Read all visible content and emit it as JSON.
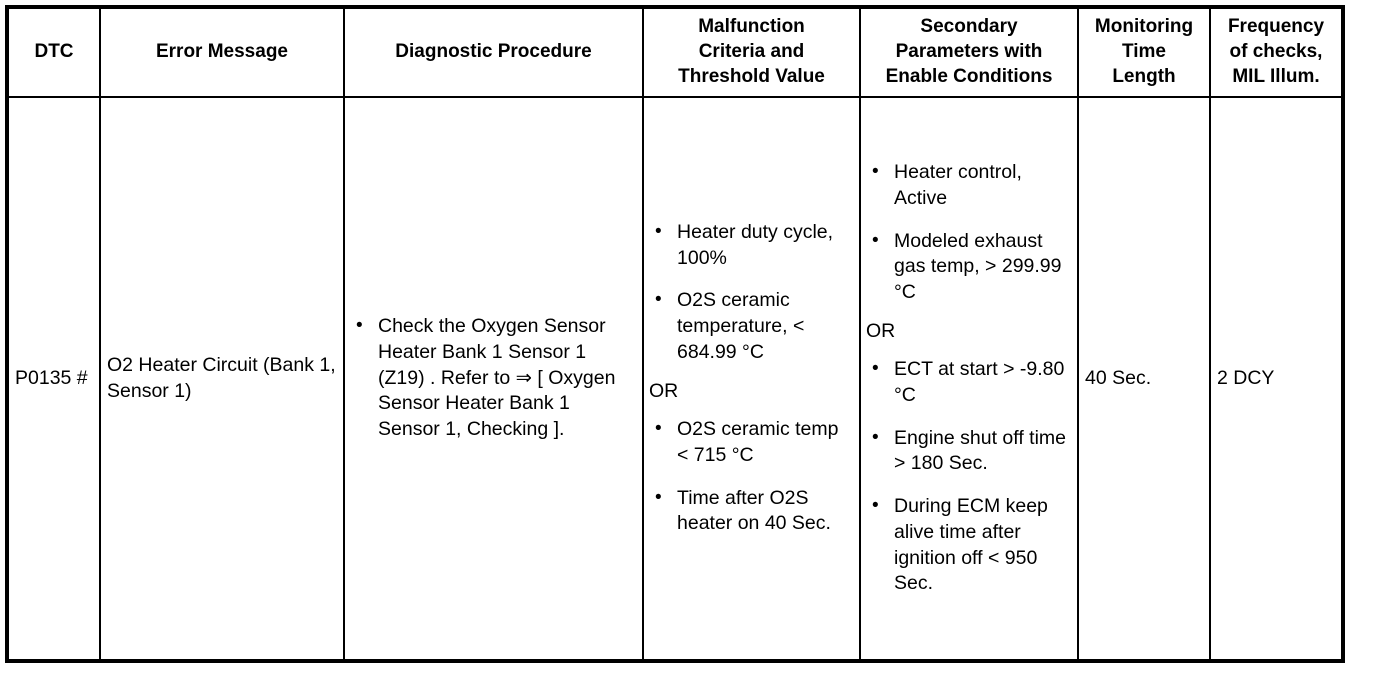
{
  "table": {
    "headers": [
      "DTC",
      "Error Message",
      "Diagnostic Procedure",
      "Malfunction Criteria and Threshold Value",
      "Secondary Parameters with Enable Conditions",
      "Monitoring Time Length",
      "Frequency of checks, MIL Illum."
    ],
    "headers_lines": {
      "dtc": "DTC",
      "error_message": "Error Message",
      "diagnostic_procedure": "Diagnostic Procedure",
      "malfunction_l1": "Malfunction",
      "malfunction_l2": "Criteria and",
      "malfunction_l3": "Threshold Value",
      "secondary_l1": "Secondary",
      "secondary_l2": "Parameters with",
      "secondary_l3": "Enable Conditions",
      "monitoring_l1": "Monitoring",
      "monitoring_l2": "Time",
      "monitoring_l3": "Length",
      "frequency_l1": "Frequency",
      "frequency_l2": "of checks,",
      "frequency_l3": "MIL Illum."
    },
    "row": {
      "dtc": "P0135 #",
      "error_message": "O2 Heater Circuit (Bank 1, Sensor 1)",
      "diagnostic_procedure": [
        "Check the Oxygen Sensor Heater Bank 1 Sensor 1 (Z19) . Refer to ⇒ [ Oxygen Sensor Heater Bank 1 Sensor 1, Checking ]."
      ],
      "malfunction_criteria": {
        "group1": [
          "Heater duty cycle, 100%",
          "O2S ceramic temperature, < 684.99 °C"
        ],
        "separator": "OR",
        "group2": [
          "O2S ceramic temp < 715 °C",
          "Time after O2S heater on 40 Sec."
        ]
      },
      "secondary_parameters": {
        "group1": [
          "Heater control, Active",
          "Modeled exhaust gas temp, > 299.99 °C"
        ],
        "separator": "OR",
        "group2": [
          "ECT at start > -9.80 °C",
          "Engine shut off time > 180 Sec.",
          "During ECM keep alive time after ignition off < 950 Sec."
        ]
      },
      "monitoring_time_length": "40 Sec.",
      "frequency_of_checks": "2 DCY"
    }
  },
  "colors": {
    "border": "#000000",
    "background": "#ffffff",
    "text": "#000000"
  }
}
